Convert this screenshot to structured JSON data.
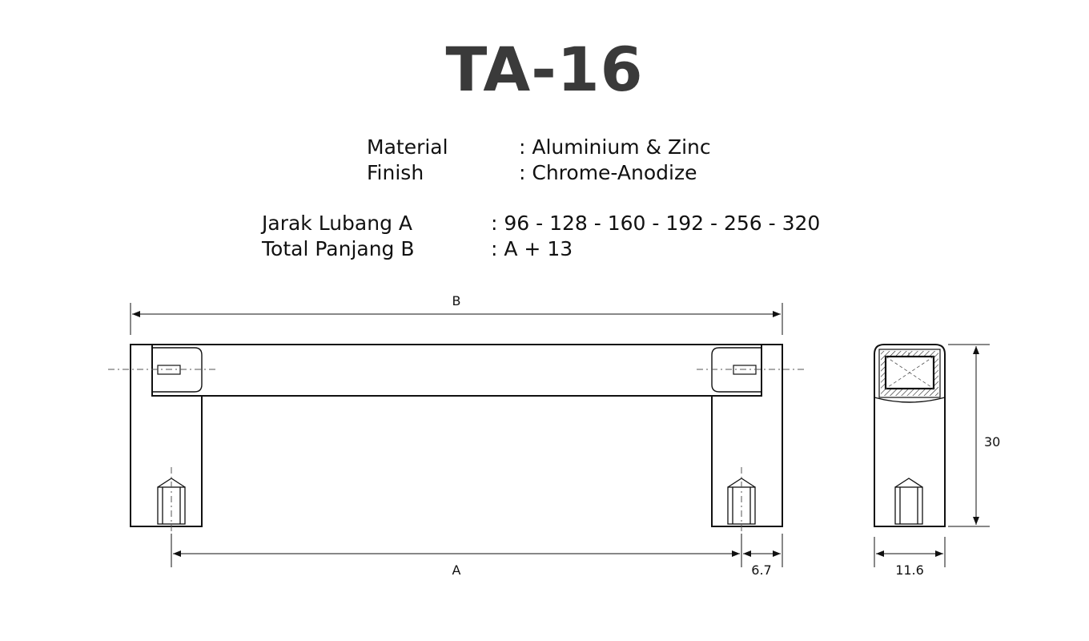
{
  "title": "TA-16",
  "specs_group1": [
    {
      "label": "Material",
      "value": ": Aluminium & Zinc"
    },
    {
      "label": "Finish",
      "value": ": Chrome-Anodize"
    }
  ],
  "specs_group2": [
    {
      "label": "Jarak Lubang A",
      "value": ": 96 - 128 - 160 - 192 - 256 - 320"
    },
    {
      "label": "Total Panjang B",
      "value": ": A + 13"
    }
  ],
  "dimensions": {
    "total_length": "B",
    "hole_distance": "A",
    "end_offset": "6.7",
    "height": "30",
    "width": "11.6"
  }
}
